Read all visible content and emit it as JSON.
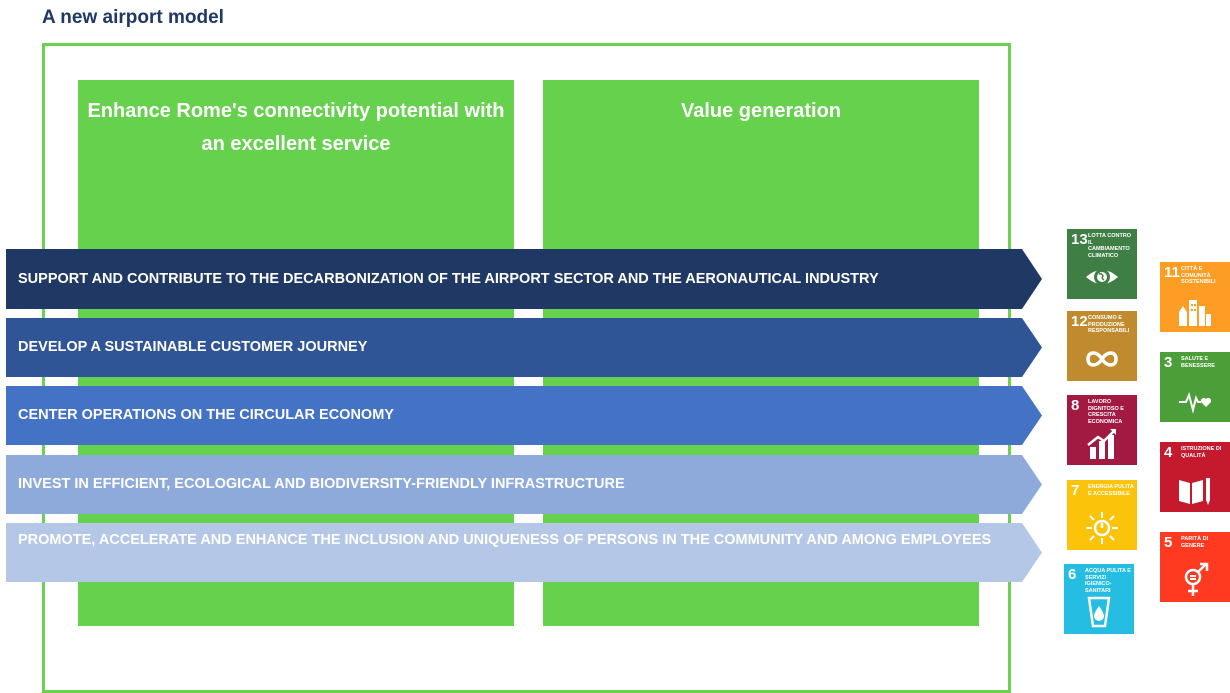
{
  "title": "A new airport model",
  "pillars": [
    {
      "text": "Enhance Rome's connectivity potential with an excellent service"
    },
    {
      "text": "Value generation"
    }
  ],
  "bands": [
    {
      "text": "SUPPORT AND CONTRIBUTE TO THE DECARBONIZATION OF THE AIRPORT SECTOR AND THE AERONAUTICAL INDUSTRY",
      "color": "#1f3864"
    },
    {
      "text": "DEVELOP A SUSTAINABLE CUSTOMER JOURNEY",
      "color": "#2f5597"
    },
    {
      "text": "CENTER OPERATIONS ON THE CIRCULAR ECONOMY",
      "color": "#4472c4"
    },
    {
      "text": "INVEST IN EFFICIENT, ECOLOGICAL AND BIODIVERSITY-FRIENDLY INFRASTRUCTURE",
      "color": "#8eaadb"
    },
    {
      "text": "PROMOTE, ACCELERATE AND ENHANCE THE INCLUSION AND UNIQUENESS OF PERSONS IN THE COMMUNITY AND AMONG EMPLOYEES",
      "color": "#b4c7e7"
    }
  ],
  "sdgs": [
    {
      "num": "13",
      "label": "LOTTA CONTRO IL CAMBIAMENTO CLIMATICO",
      "color": "#3f7e44",
      "icon": "eye-earth-icon"
    },
    {
      "num": "12",
      "label": "CONSUMO E PRODUZIONE RESPONSABILI",
      "color": "#bf8b2e",
      "icon": "infinity-icon"
    },
    {
      "num": "8",
      "label": "LAVORO DIGNITOSO E CRESCITA ECONOMICA",
      "color": "#a21942",
      "icon": "growth-chart-icon"
    },
    {
      "num": "7",
      "label": "ENERGIA PULITA E ACCESSIBILE",
      "color": "#fcc30b",
      "icon": "sun-power-icon"
    },
    {
      "num": "6",
      "label": "ACQUA PULITA E SERVIZI IGIENICO-SANITARI",
      "color": "#26bde2",
      "icon": "water-glass-icon"
    },
    {
      "num": "11",
      "label": "CITTÀ E COMUNITÀ SOSTENIBILI",
      "color": "#fd9d24",
      "icon": "city-icon"
    },
    {
      "num": "3",
      "label": "SALUTE E BENESSERE",
      "color": "#4c9f38",
      "icon": "heartbeat-icon"
    },
    {
      "num": "4",
      "label": "ISTRUZIONE DI QUALITÀ",
      "color": "#c5192d",
      "icon": "book-pencil-icon"
    },
    {
      "num": "5",
      "label": "PARITÀ DI GENERE",
      "color": "#ff3a21",
      "icon": "gender-equality-icon"
    }
  ]
}
